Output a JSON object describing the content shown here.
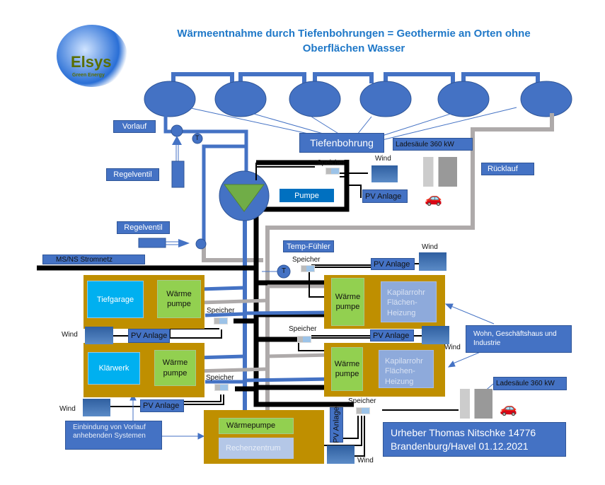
{
  "title": {
    "line1": "Wärmeentnahme durch Tiefenbohrungen = Geothermie an Orten ohne",
    "line2": "Oberflächen Wasser"
  },
  "logo": {
    "name": "Elsys",
    "tagline": "Green Energy"
  },
  "labels": {
    "vorlauf": "Vorlauf",
    "ruecklauf": "Rücklauf",
    "regelventil1": "Regelventil",
    "regelventil2": "Regelventil",
    "tiefenbohrung": "Tiefenbohrung",
    "pumpe": "Pumpe",
    "temp_fuehler": "Temp-Fühler",
    "stromnetz": "MS/NS Stromnetz",
    "temp_symbol": "T"
  },
  "ladesaeule": [
    "Ladesäule 360 kW",
    "Ladesäule 360 kW"
  ],
  "blocks": {
    "tiefgarage": {
      "name": "Tiefgarage",
      "wp": "Wärme pumpe"
    },
    "klaerwerk": {
      "name": "Klärwerk",
      "wp": "Wärme pumpe"
    },
    "wohn1": {
      "wp": "Wärme pumpe",
      "heizung": "Kapilarrohr Flächen-Heizung"
    },
    "wohn2": {
      "wp": "Wärme pumpe",
      "heizung": "Kapilarrohr Flächen-Heizung"
    },
    "rechenzentrum": {
      "wp": "Wärmepumpe",
      "name": "Rechenzentrum"
    }
  },
  "speicher": "Speicher",
  "wind": "Wind",
  "pv": "PV Anlage",
  "wohn_note": "Wohn, Geschäftshaus und Industrie",
  "einbindung": "Einbindung von Vorlauf anhebenden Systemen",
  "urheber": {
    "line1": "Urheber Thomas Nitschke 14776",
    "line2": "Brandenburg/Havel 01.12.2021"
  },
  "colors": {
    "pipe_vorlauf": "#4472c4",
    "pipe_ruecklauf": "#aeaaaa",
    "power": "#000000",
    "block": "#bf8f00",
    "heatpump": "#92d050",
    "title": "#1f78c8"
  }
}
